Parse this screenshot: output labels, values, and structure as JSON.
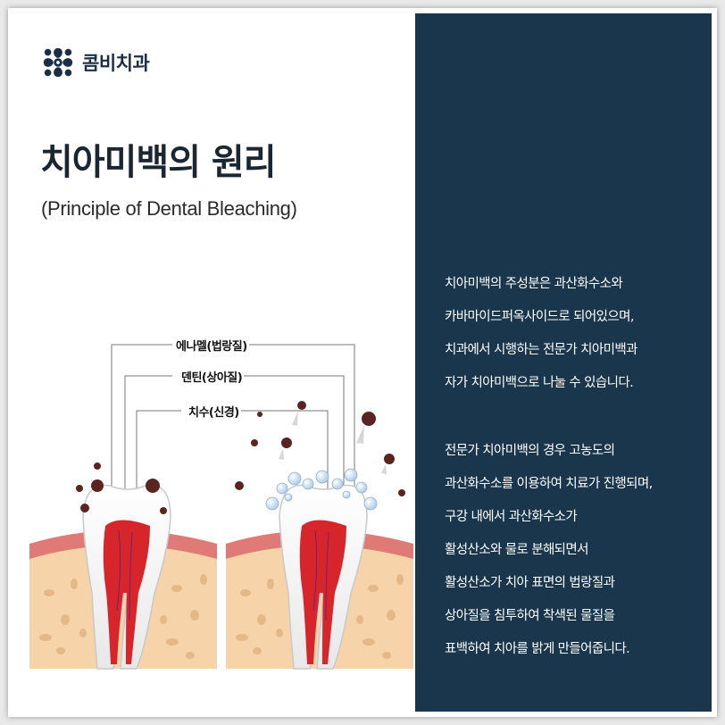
{
  "brand": {
    "name": "콤비치과"
  },
  "title": "치아미백의 원리",
  "subtitle": "(Principle of Dental Bleaching)",
  "diagram": {
    "labels": {
      "enamel": "에나멜(법랑질)",
      "dentin": "덴틴(상아질)",
      "pulp": "치수(신경)"
    }
  },
  "description": {
    "paragraph1": [
      "치아미백의 주성분은 과산화수소와",
      "카바마이드퍼옥사이드로 되어있으며,",
      "치과에서 시행하는 전문가 치아미백과",
      "자가 치아미백으로 나눌 수 있습니다."
    ],
    "paragraph2": [
      "전문가 치아미백의 경우 고농도의",
      "과산화수소를 이용하여 치료가 진행되며,",
      "구강 내에서 과산화수소가",
      "활성산소와 물로 분해되면서",
      "활성산소가 치아 표면의 법랑질과",
      "상아질을 침투하여 착색된 물질을",
      "표백하여 치아를 밝게 만들어줍니다."
    ]
  },
  "colors": {
    "panel": "#19364d",
    "gum": "#e07a76",
    "bone": "#f6d3a8",
    "pulp": "#d7262b",
    "stain": "#5a2420",
    "bubble": "#bcd6ec"
  }
}
